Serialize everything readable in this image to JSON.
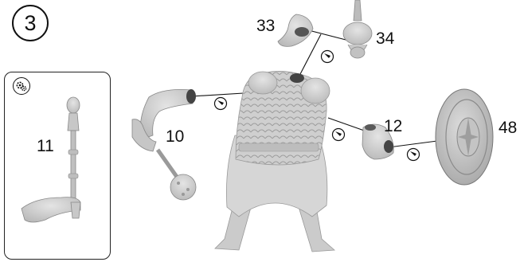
{
  "step": {
    "number": "3"
  },
  "inset": {
    "icon": "gear-icon",
    "part_label": "11"
  },
  "parts": {
    "arm_left": "10",
    "ponytail": "33",
    "topknot": "34",
    "hand_right": "12",
    "shield": "48"
  },
  "icons": {
    "glue": "glue-icon"
  },
  "colors": {
    "part_fill": "#cfcfcf",
    "part_shade": "#a9a9a9",
    "outline": "#111111",
    "background": "#ffffff"
  }
}
